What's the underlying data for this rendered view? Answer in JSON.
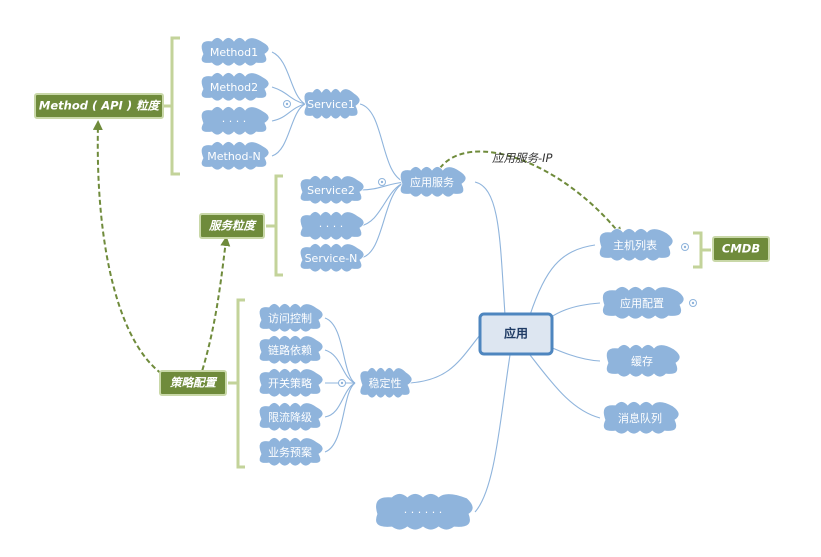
{
  "diagram": {
    "root": "应用",
    "nodes": {
      "method1": "Method1",
      "method2": "Method2",
      "method_dots": "· · · ·",
      "method_n": "Method-N",
      "service1": "Service1",
      "service2": "Service2",
      "service_dots": "· · · ·",
      "service_n": "Service-N",
      "app_service": "应用服务",
      "host_list": "主机列表",
      "app_config": "应用配置",
      "cache": "缓存",
      "mq": "消息队列",
      "more": "· · · · · ·",
      "stability": "稳定性",
      "access_control": "访问控制",
      "link_dependency": "链路依赖",
      "switch_strategy": "开关策略",
      "rate_limit": "限流降级",
      "business_plan": "业务预案"
    },
    "labels": {
      "method_granularity": "Method ( API ) 粒度",
      "service_granularity": "服务粒度",
      "strategy_config": "策略配置",
      "cmdb": "CMDB",
      "app_service_ip": "应用服务-IP"
    },
    "colors": {
      "cloud": "#8fb4dc",
      "green": "#6f8b3b",
      "bracket": "#c3d39a",
      "root_border": "#4e86bf",
      "root_fill": "#dde6f1"
    }
  }
}
